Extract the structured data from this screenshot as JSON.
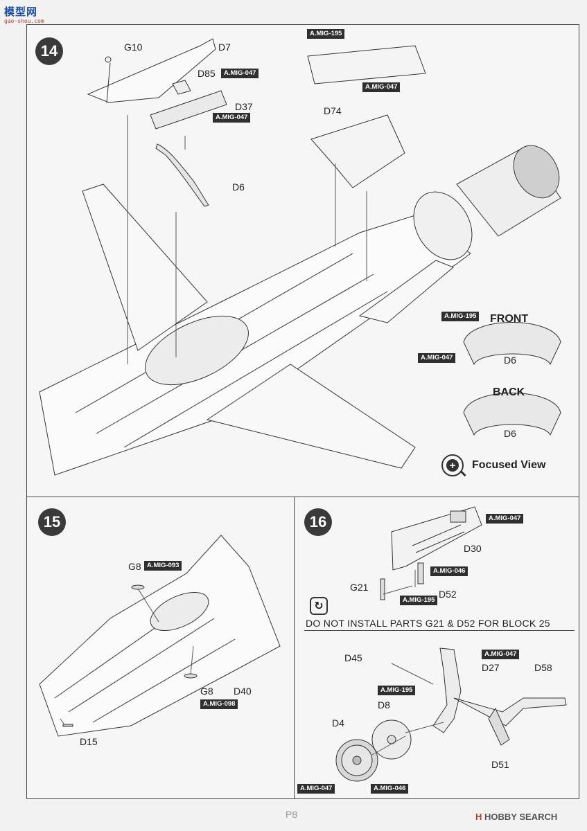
{
  "watermark": {
    "title": "模型网",
    "url": "gao-shou.com"
  },
  "page": {
    "number": "P8",
    "footer_logo_mark": "H",
    "footer_logo_text": "HOBBY SEARCH"
  },
  "step14": {
    "number": "14",
    "parts": {
      "g10": "G10",
      "d7": "D7",
      "d85": "D85",
      "d37": "D37",
      "d6": "D6",
      "d74": "D74"
    },
    "refs": {
      "mig047_a": "A.MIG-047",
      "mig047_b": "A.MIG-047",
      "mig195_top": "A.MIG-195",
      "mig047_top": "A.MIG-047"
    },
    "inset": {
      "front_label": "FRONT",
      "back_label": "BACK",
      "front_part": "D6",
      "back_part": "D6",
      "front_ref_195": "A.MIG-195",
      "front_ref_047": "A.MIG-047"
    },
    "focused_view": "Focused View"
  },
  "step15": {
    "number": "15",
    "parts": {
      "g8_top": "G8",
      "g8_bottom": "G8",
      "d40": "D40",
      "d15": "D15"
    },
    "refs": {
      "mig093": "A.MIG-093",
      "mig098": "A.MIG-098"
    }
  },
  "step16": {
    "number": "16",
    "parts": {
      "d30": "D30",
      "g21": "G21",
      "d52": "D52",
      "d45": "D45",
      "d27": "D27",
      "d58": "D58",
      "d8": "D8",
      "d4": "D4",
      "d51": "D51"
    },
    "refs": {
      "mig047_top": "A.MIG-047",
      "mig046_top": "A.MIG-046",
      "mig195_top": "A.MIG-195",
      "mig047_gear": "A.MIG-047",
      "mig195_gear": "A.MIG-195",
      "mig047_wheel": "A.MIG-047",
      "mig046_wheel": "A.MIG-046"
    },
    "notice": "DO NOT INSTALL PARTS G21 & D52 FOR BLOCK 25",
    "notice_icon": "↻"
  }
}
